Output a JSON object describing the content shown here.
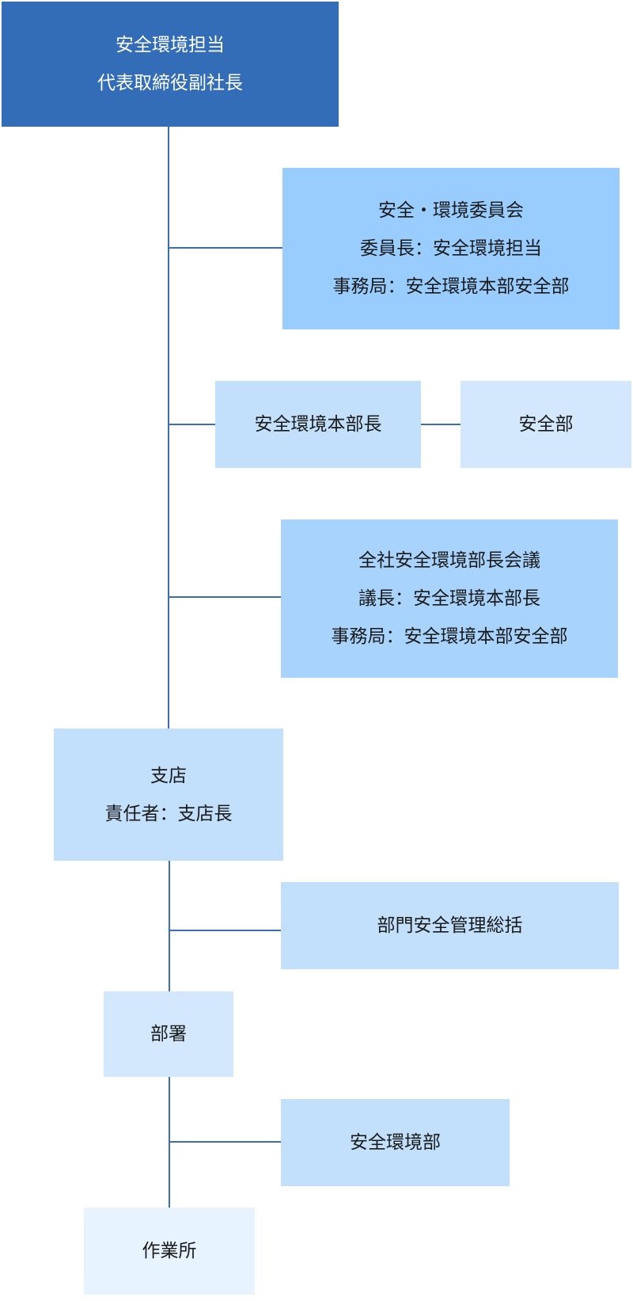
{
  "org_chart": {
    "top": {
      "lines": [
        "安全環境担当",
        "代表取締役副社長"
      ],
      "color": "#336cb7"
    },
    "committee": {
      "lines": [
        "安全・環境委員会",
        "委員長：安全環境担当",
        "事務局：安全環境本部安全部"
      ],
      "color": "#99ccff"
    },
    "hq_head": {
      "lines": [
        "安全環境本部長"
      ],
      "color": "#c2e0fc"
    },
    "safety_dept": {
      "lines": [
        "安全部"
      ],
      "color": "#d3e8fc"
    },
    "conference": {
      "lines": [
        "全社安全環境部長会議",
        "議長：安全環境本部長",
        "事務局：安全環境本部安全部"
      ],
      "color": "#a8d3fc"
    },
    "branch": {
      "lines": [
        "支店",
        "責任者：支店長"
      ],
      "color": "#c2e0fc"
    },
    "dept_safety": {
      "lines": [
        "部門安全管理総括"
      ],
      "color": "#c2e0fc"
    },
    "division": {
      "lines": [
        "部署"
      ],
      "color": "#d3e8fc"
    },
    "env_dept": {
      "lines": [
        "安全環境部"
      ],
      "color": "#c2e0fc"
    },
    "worksite": {
      "lines": [
        "作業所"
      ],
      "color": "#e7f3fe"
    }
  }
}
